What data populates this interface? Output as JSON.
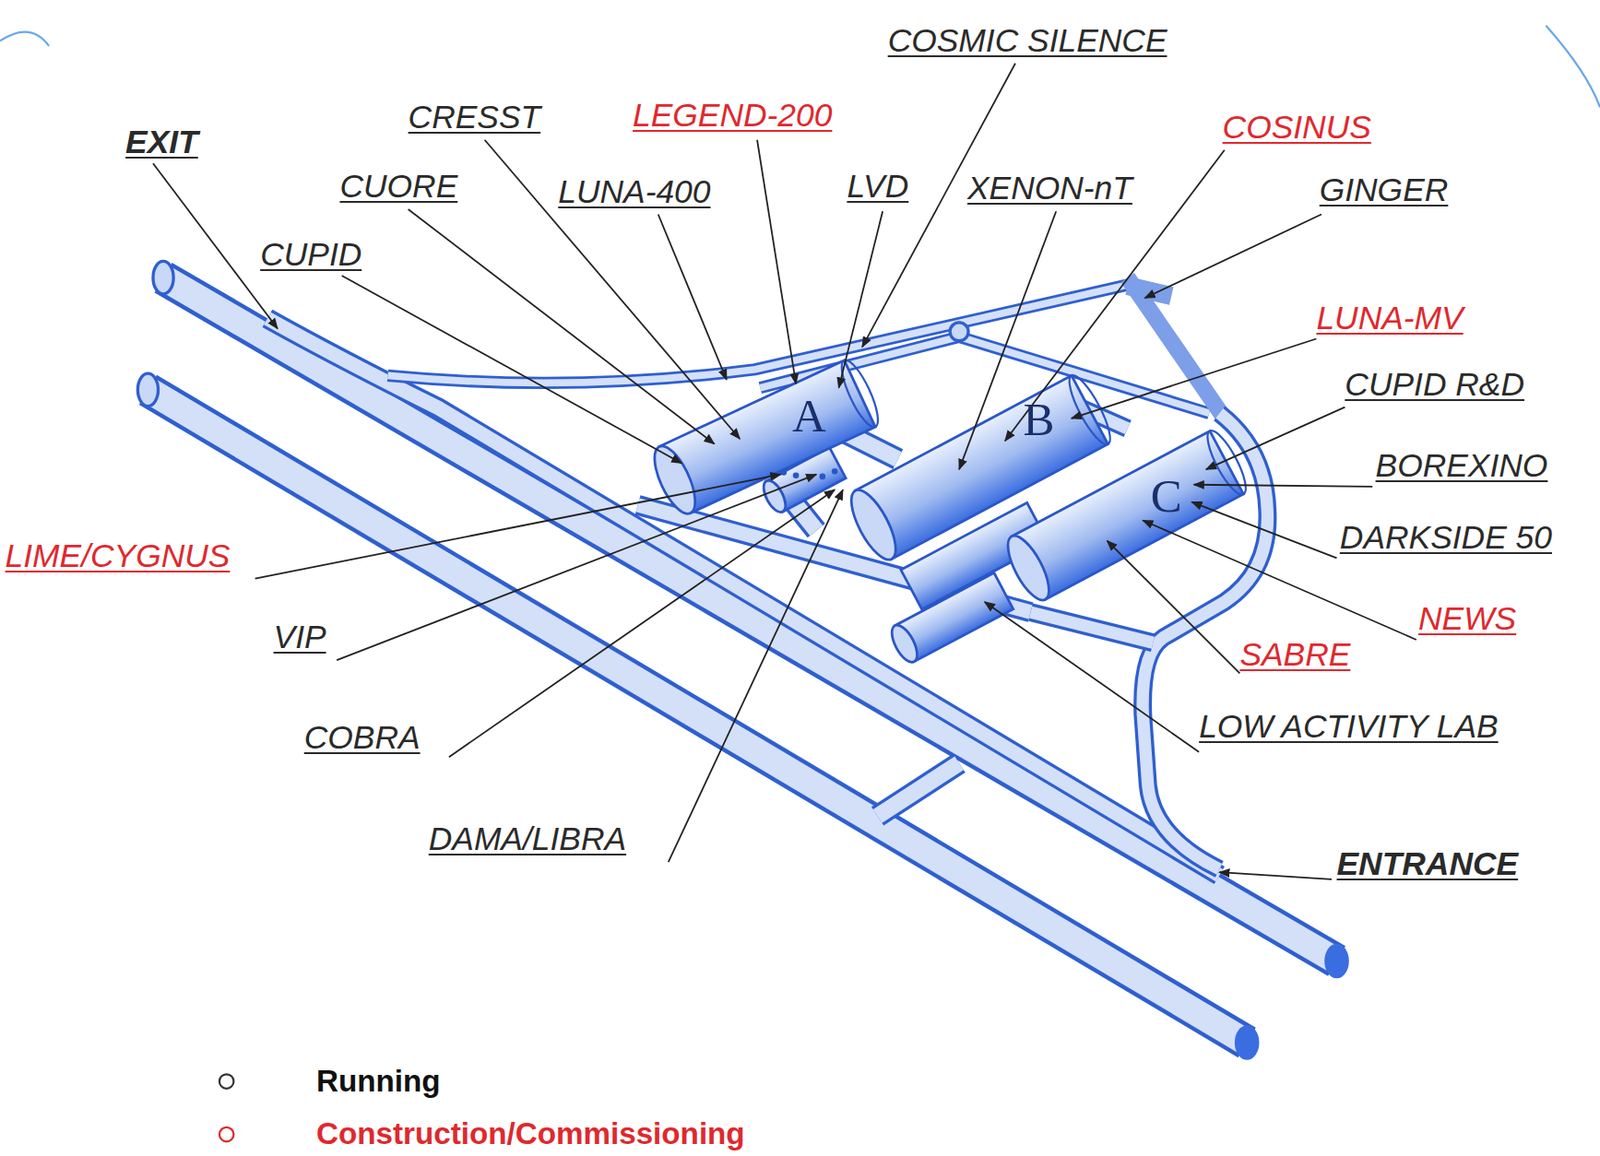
{
  "diagram": {
    "nodes": [
      {
        "text": [
          "A"
        ]
      },
      {
        "text": [
          "B"
        ]
      },
      {
        "text": [
          "C"
        ]
      }
    ],
    "labels": [
      "COSMIC SILENCE",
      "CRESST",
      "LEGEND-200",
      "COSINUS",
      "EXIT",
      "CUORE",
      "LUNA-400",
      "LVD",
      "XENON-nT",
      "GINGER",
      "CUPID",
      "LUNA-MV",
      "CUPID R&D",
      "BOREXINO",
      "DARKSIDE 50",
      "LIME/CYGNUS",
      "NEWS",
      "VIP",
      "SABRE",
      "LOW ACTIVITY LAB",
      "COBRA",
      "DAMA/LIBRA",
      "ENTRANCE"
    ],
    "legend": [
      {
        "text": "Running"
      },
      {
        "text": "Construction/Commissioning"
      }
    ]
  }
}
